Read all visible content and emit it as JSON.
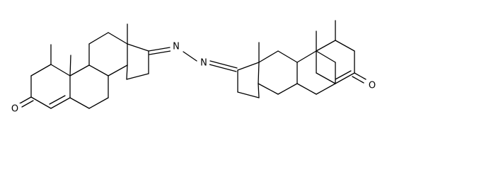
{
  "molecule": {
    "atoms": {
      "oxygen_left": "O",
      "nitrogen_left": "N",
      "nitrogen_right": "N",
      "oxygen_right": "O"
    },
    "colors": {
      "bond": "#000000",
      "background": "#ffffff"
    }
  }
}
